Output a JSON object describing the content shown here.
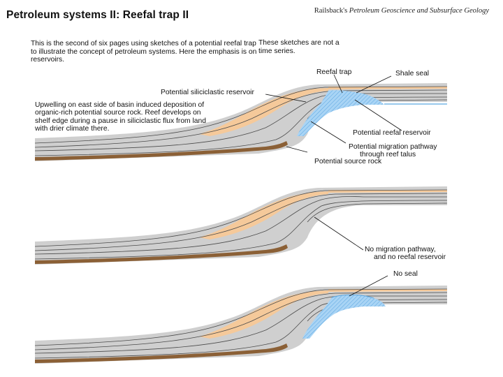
{
  "title": "Petroleum systems II: Reefal trap II",
  "credit": {
    "prefix": "Railsback's ",
    "italic": "Petroleum Geoscience and Subsurface Geology"
  },
  "intro_text": "This is the second of six pages using sketches of a potential reefal trap to illustrate the concept of petroleum systems. Here the emphasis is on reservoirs.",
  "note_text": "These sketches are not a time series.",
  "description_text": "Upwelling on east side of basin induced deposition of organic-rich potential source rock. Reef develops on shelf edge during a pause in siliciclastic flux from land with drier climate there.",
  "labels": {
    "reefal_trap": "Reefal trap",
    "shale_seal": "Shale seal",
    "siliciclastic_reservoir": "Potential siliciclastic reservoir",
    "reefal_reservoir": "Potential reefal reservoir",
    "migration_line1": "Potential migration pathway",
    "migration_line2": "through reef talus",
    "source_rock": "Potential source rock",
    "no_migration_line1": "No migration pathway,",
    "no_migration_line2": "and no reefal reservoir",
    "no_seal": "No seal"
  },
  "colors": {
    "strata": "#cfcfcf",
    "sandstone": "#f5c99a",
    "source_rock": "#8b6036",
    "reef": "#a9d4f5",
    "reef_hatch": "#5ba6e0",
    "layer_line": "#4a4a4a"
  }
}
